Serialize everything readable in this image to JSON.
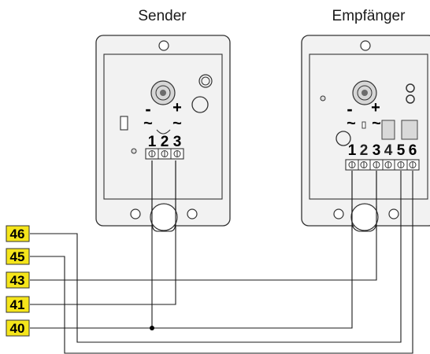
{
  "sender": {
    "title": "Sender",
    "minus": "-",
    "plus": "+",
    "tilde": "~",
    "terminals": [
      "1",
      "2",
      "3"
    ]
  },
  "receiver": {
    "title": "Empfänger",
    "minus": "-",
    "plus": "+",
    "tilde": "~",
    "terminals": [
      "1",
      "2",
      "3",
      "4",
      "5",
      "6"
    ],
    "bold_terminals": [
      "1",
      "3",
      "5",
      "6"
    ]
  },
  "terminal_block": {
    "labels": [
      "46",
      "45",
      "43",
      "41",
      "40"
    ],
    "fill_color": "#f5e51b"
  },
  "colors": {
    "device_fill": "#f2f2f2",
    "device_stroke": "#333333",
    "relay_fill": "#d9d9d9",
    "wire": "#1a1a1a"
  }
}
